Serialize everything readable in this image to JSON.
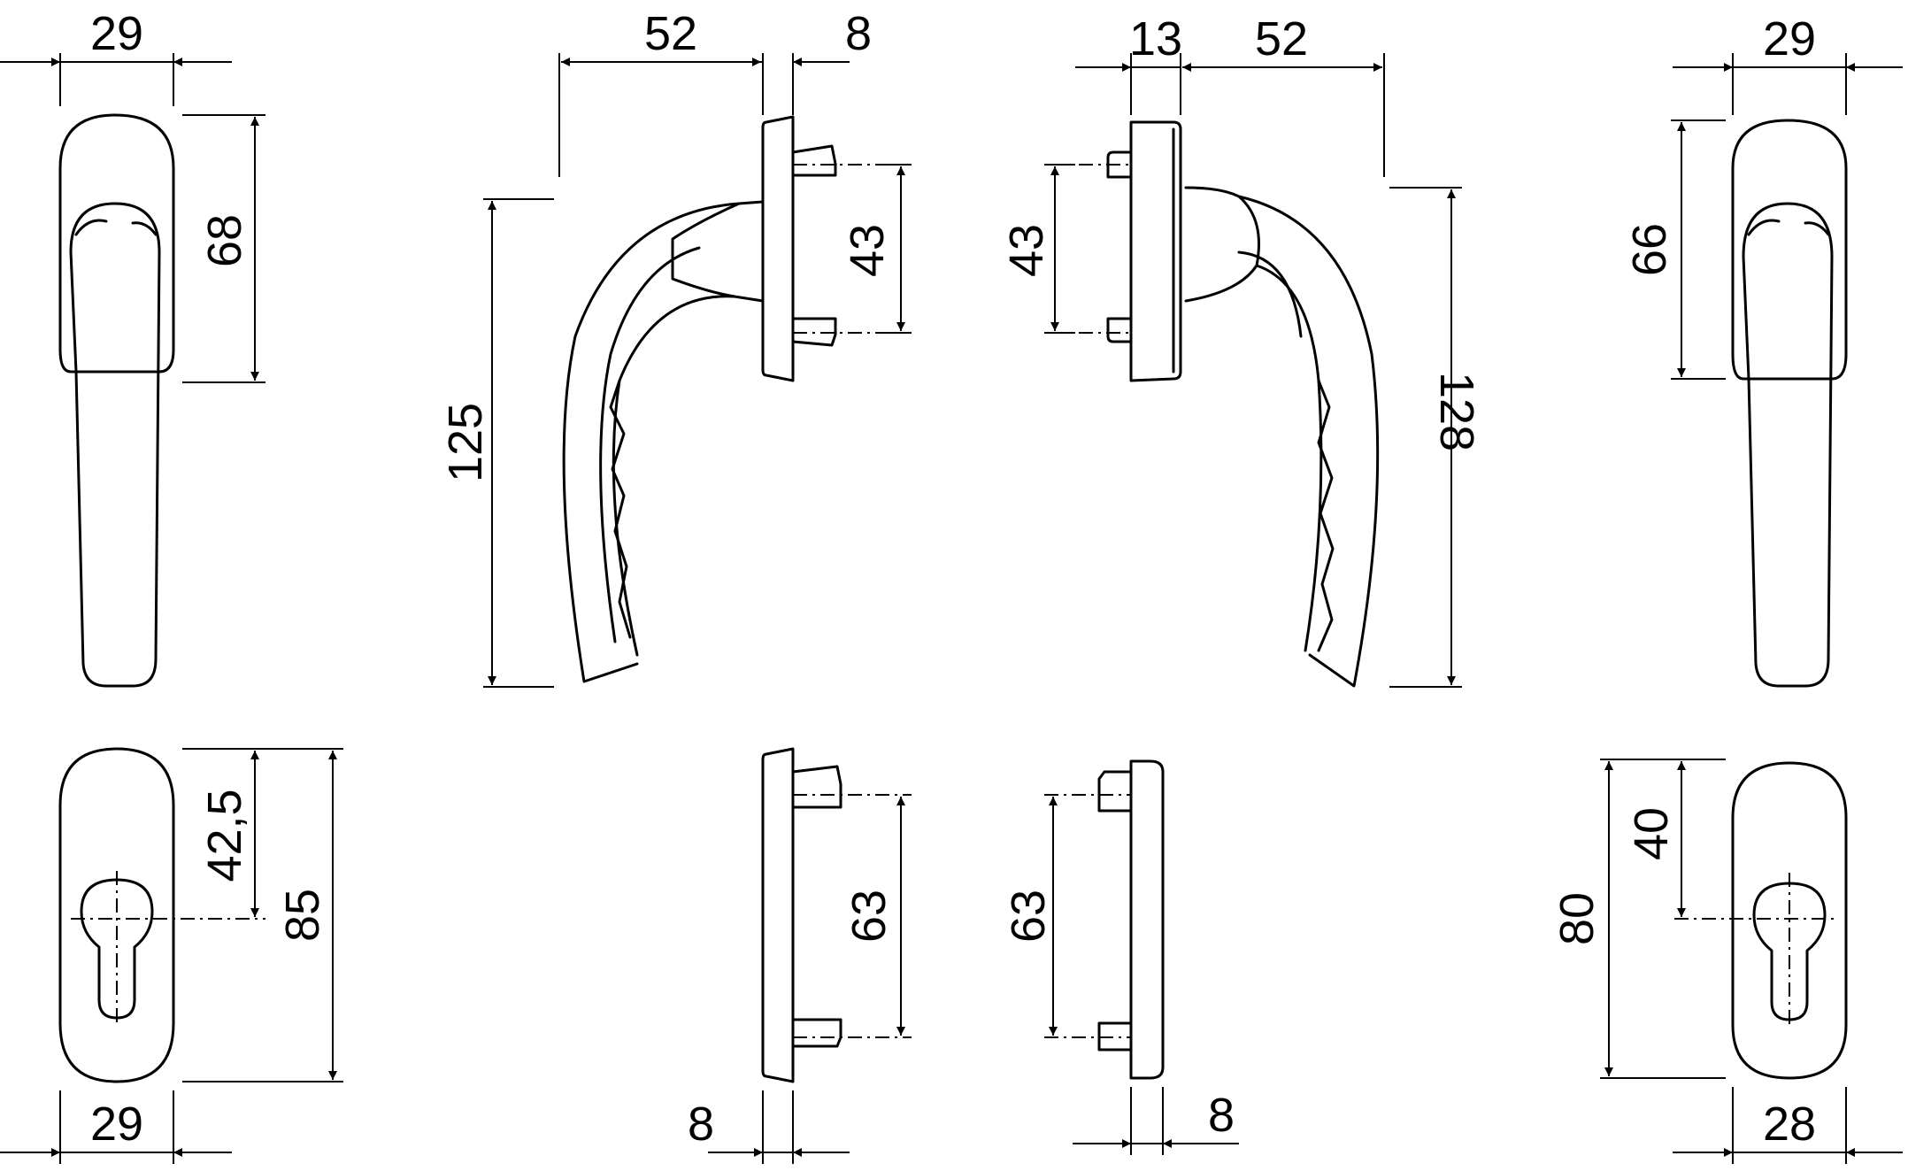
{
  "dimensions": {
    "tl_width": "29",
    "tl_height": "68",
    "side_left_reach": "52",
    "side_left_plate": "8",
    "side_left_height": "125",
    "side_left_screw": "43",
    "side_right_plate": "13",
    "side_right_reach": "52",
    "side_right_screw": "43",
    "side_right_height": "128",
    "tr_width": "29",
    "tr_height": "66",
    "bl_cyl": "42,5",
    "bl_height": "85",
    "bl_width": "29",
    "bml_screw": "63",
    "bml_plate": "8",
    "bmr_screw": "63",
    "bmr_plate": "8",
    "br_height": "80",
    "br_cyl": "40",
    "br_width": "28"
  },
  "colors": {
    "line": "#000000",
    "background": "#ffffff"
  }
}
